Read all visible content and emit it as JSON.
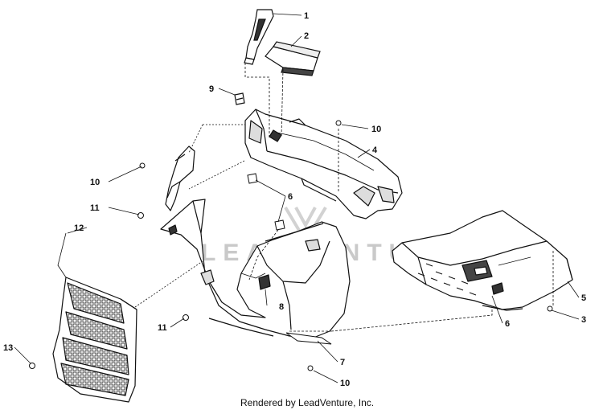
{
  "callouts": {
    "c1": "1",
    "c2": "2",
    "c3": "3",
    "c4": "4",
    "c5": "5",
    "c6a": "6",
    "c6b": "6",
    "c7": "7",
    "c8": "8",
    "c9": "9",
    "c10a": "10",
    "c10b": "10",
    "c10c": "10",
    "c11a": "11",
    "c11b": "11",
    "c12": "12",
    "c13": "13"
  },
  "watermark": "LEADVENTURE",
  "footer": "Rendered by LeadVenture, Inc."
}
